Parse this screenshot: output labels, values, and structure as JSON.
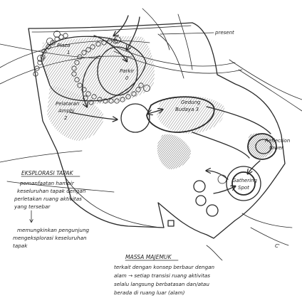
{
  "labels": {
    "present": "present",
    "plaza_1_line1": "Plaza",
    "plaza_1_line2": "1",
    "parkir_line1": "Parkir",
    "parkir_line2": "0",
    "amphi_line1": "Pelataran",
    "amphi_line2": "Amphi",
    "amphi_line3": "2",
    "gedung_line1": "Gedung",
    "gedung_line2": "Budaya 3",
    "reflection_line1": "Reflection",
    "reflection_line2": "tower",
    "gathering_line1": "Gathering",
    "gathering_line2": "Spot",
    "corner": "C'"
  },
  "notes": {
    "eksplorasi": {
      "title": "EKSPLORASI TAPAK",
      "lines": [
        "pemanfaatan hampir",
        "keseluruhan tapak dengan",
        "perletakan ruang aktivitas",
        "yang tersebar"
      ],
      "result_lines": [
        "memungkinkan pengunjung",
        "mengeksplorasi keseluruhan",
        "tapak"
      ]
    },
    "massa": {
      "title": "MASSA MAJEMUK",
      "lines": [
        "terkait dengan konsep berbaur dengan",
        "alam → setiap transisi ruang aktivitas",
        "selalu langsung berbatasan dan/atau",
        "berada di ruang luar (alam)"
      ]
    }
  },
  "colors": {
    "ink": "#2a2a2a",
    "hatch": "#8a8a8a",
    "paper": "#ffffff"
  }
}
